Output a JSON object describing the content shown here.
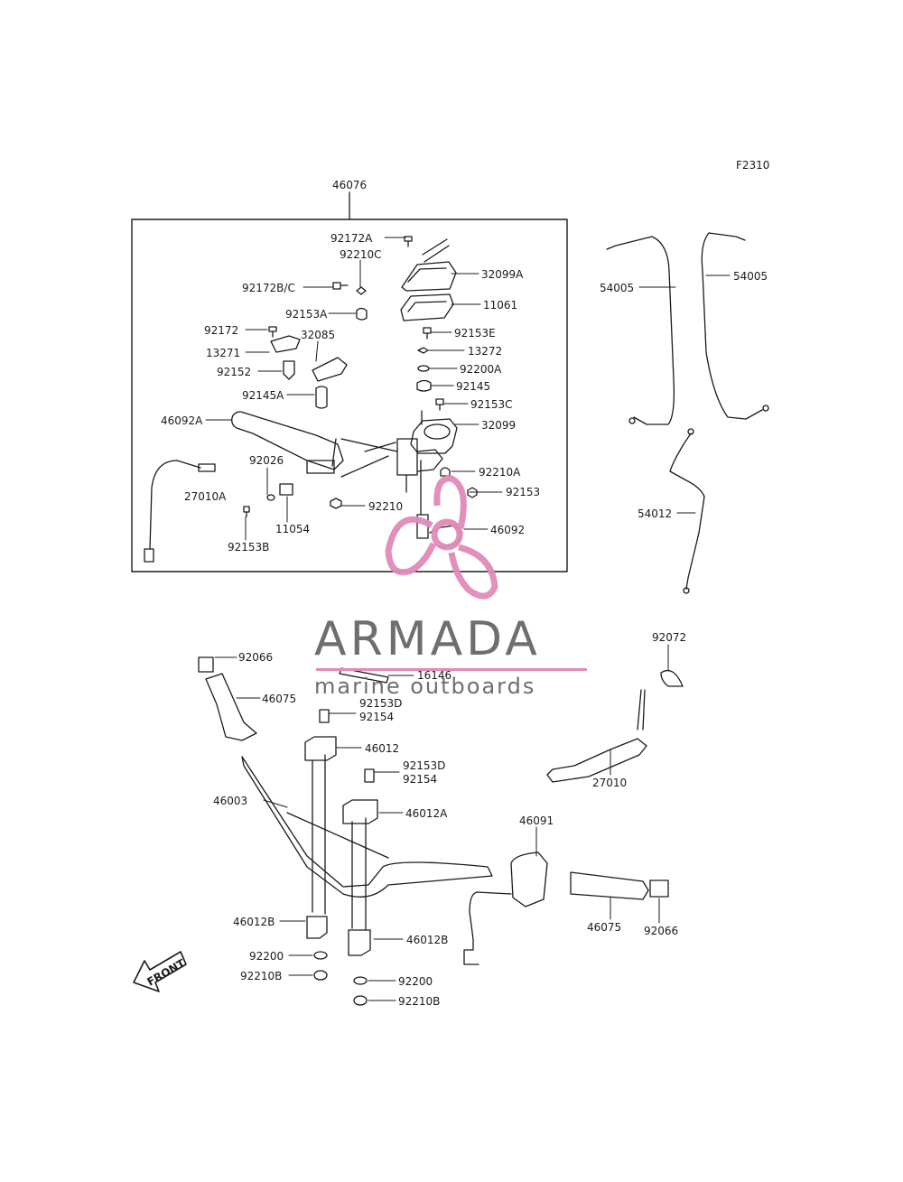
{
  "diagram": {
    "code": "F2310",
    "assembly": "46076",
    "front_label": "FRONT"
  },
  "watermark": {
    "brand": "ARMADA",
    "tagline": "marine outboards",
    "accent_color": "#e08ab8",
    "text_color": "#6e6e6e"
  },
  "parts": {
    "p92172A": "92172A",
    "p92210C": "92210C",
    "p32099A": "32099A",
    "p92172BC": "92172B/C",
    "p11061": "11061",
    "p92153A": "92153A",
    "p92172": "92172",
    "p32085": "32085",
    "p92153E": "92153E",
    "p13271": "13271",
    "p13272": "13272",
    "p92200A": "92200A",
    "p92152": "92152",
    "p92145": "92145",
    "p92145A": "92145A",
    "p92153C": "92153C",
    "p46092A": "46092A",
    "p32099": "32099",
    "p92026": "92026",
    "p92210A": "92210A",
    "p27010A": "27010A",
    "p92153": "92153",
    "p92210": "92210",
    "p11054": "11054",
    "p46092": "46092",
    "p92153B": "92153B",
    "p54005a": "54005",
    "p54005b": "54005",
    "p54012": "54012",
    "p92066a": "92066",
    "p16146": "16146",
    "p92072": "92072",
    "p46075a": "46075",
    "p92153Da": "92153D",
    "p92154a": "92154",
    "p46012": "46012",
    "p27010": "27010",
    "p92153Db": "92153D",
    "p92154b": "92154",
    "p46003": "46003",
    "p46012A": "46012A",
    "p46091": "46091",
    "p46012Ba": "46012B",
    "p46012Bb": "46012B",
    "p46075b": "46075",
    "p92066b": "92066",
    "p92200a": "92200",
    "p92210Ba": "92210B",
    "p92200b": "92200",
    "p92210Bb": "92210B"
  }
}
